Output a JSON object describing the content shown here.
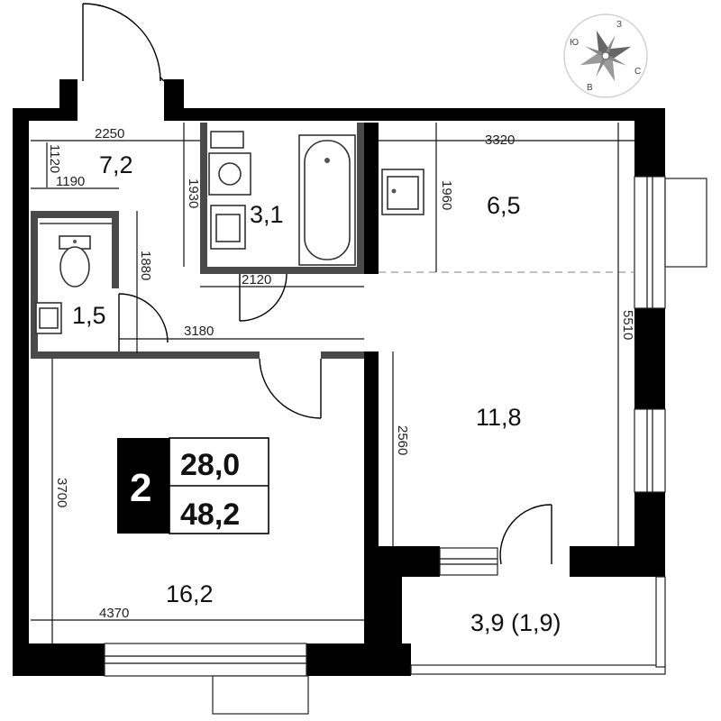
{
  "badge": {
    "rooms": "2",
    "living_area": "28,0",
    "total_area": "48,2"
  },
  "rooms": {
    "hall": "7,2",
    "bathroom": "3,1",
    "toilet": "1,5",
    "kitchen": "6,5",
    "corridor": "11,8",
    "living_room": "16,2",
    "balcony": "3,9 (1,9)"
  },
  "dimensions": {
    "hall_width": "2250",
    "hall_depth": "1120",
    "hall_inner": "1190",
    "hall_length": "1930",
    "toilet_length": "1880",
    "bath_width": "2120",
    "corridor_width": "3180",
    "kitchen_width": "3320",
    "kitchen_depth": "1960",
    "right_length": "5510",
    "corridor_length": "2560",
    "living_length": "3700",
    "living_width": "4370"
  },
  "compass": {
    "north": "С",
    "south": "Ю",
    "west": "З",
    "east": "В"
  }
}
